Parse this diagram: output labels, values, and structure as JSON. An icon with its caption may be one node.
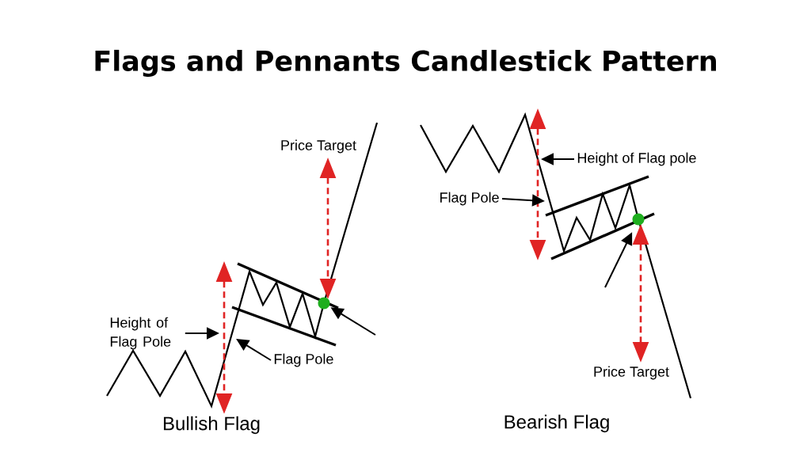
{
  "diagram": {
    "title": "Flags and Pennants Candlestick Pattern",
    "nodes": [
      {
        "text": [
          "Height of Flag Pole"
        ]
      },
      {
        "text": [
          "Flag Pole"
        ]
      },
      {
        "text": [],
        "shape": "circle"
      },
      {
        "text": [
          "Height of Flag pole"
        ]
      },
      {
        "text": [
          "Flag Pole"
        ]
      },
      {
        "text": [],
        "shape": "circle"
      }
    ],
    "edges": [
      {
        "from": 0,
        "to": null,
        "arrow": "to"
      },
      {
        "from": 1,
        "to": null,
        "arrow": "to"
      },
      {
        "from": null,
        "to": 2,
        "arrow": "to"
      },
      {
        "from": 3,
        "to": null,
        "arrow": "to"
      },
      {
        "from": 4,
        "to": null,
        "arrow": "to"
      },
      {
        "from": null,
        "to": 5,
        "arrow": "to"
      }
    ],
    "labels": [
      "Price Target",
      "Bullish Flag",
      "Price Target",
      "Bearish Flag"
    ]
  }
}
